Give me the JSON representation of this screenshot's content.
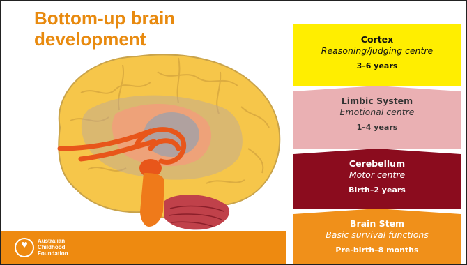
{
  "title": {
    "line1": "Bottom-up brain",
    "line2": "development"
  },
  "layers": [
    {
      "name": "Cortex",
      "role": "Reasoning/judging centre",
      "age": "3–6 years",
      "color": "#ffee00",
      "text_color": "#111111"
    },
    {
      "name": "Limbic System",
      "role": "Emotional centre",
      "age": "1–4 years",
      "color": "#eab0b3",
      "text_color": "#333333"
    },
    {
      "name": "Cerebellum",
      "role": "Motor centre",
      "age": "Birth–2 years",
      "color": "#8b0c1e",
      "text_color": "#ffffff"
    },
    {
      "name": "Brain Stem",
      "role": "Basic survival functions",
      "age": "Pre-birth–8 months",
      "color": "#f0901a",
      "text_color": "#ffffff"
    }
  ],
  "logo": {
    "line1": "Australian",
    "line2": "Childhood",
    "line3": "Foundation"
  },
  "colors": {
    "accent": "#e88a0f",
    "brain_cortex": "#f6c64a",
    "brain_limbic": "#f0a07a",
    "brain_arcs": "#e8561a",
    "cerebellum": "#c0414a",
    "footer": "#ee8a10"
  }
}
